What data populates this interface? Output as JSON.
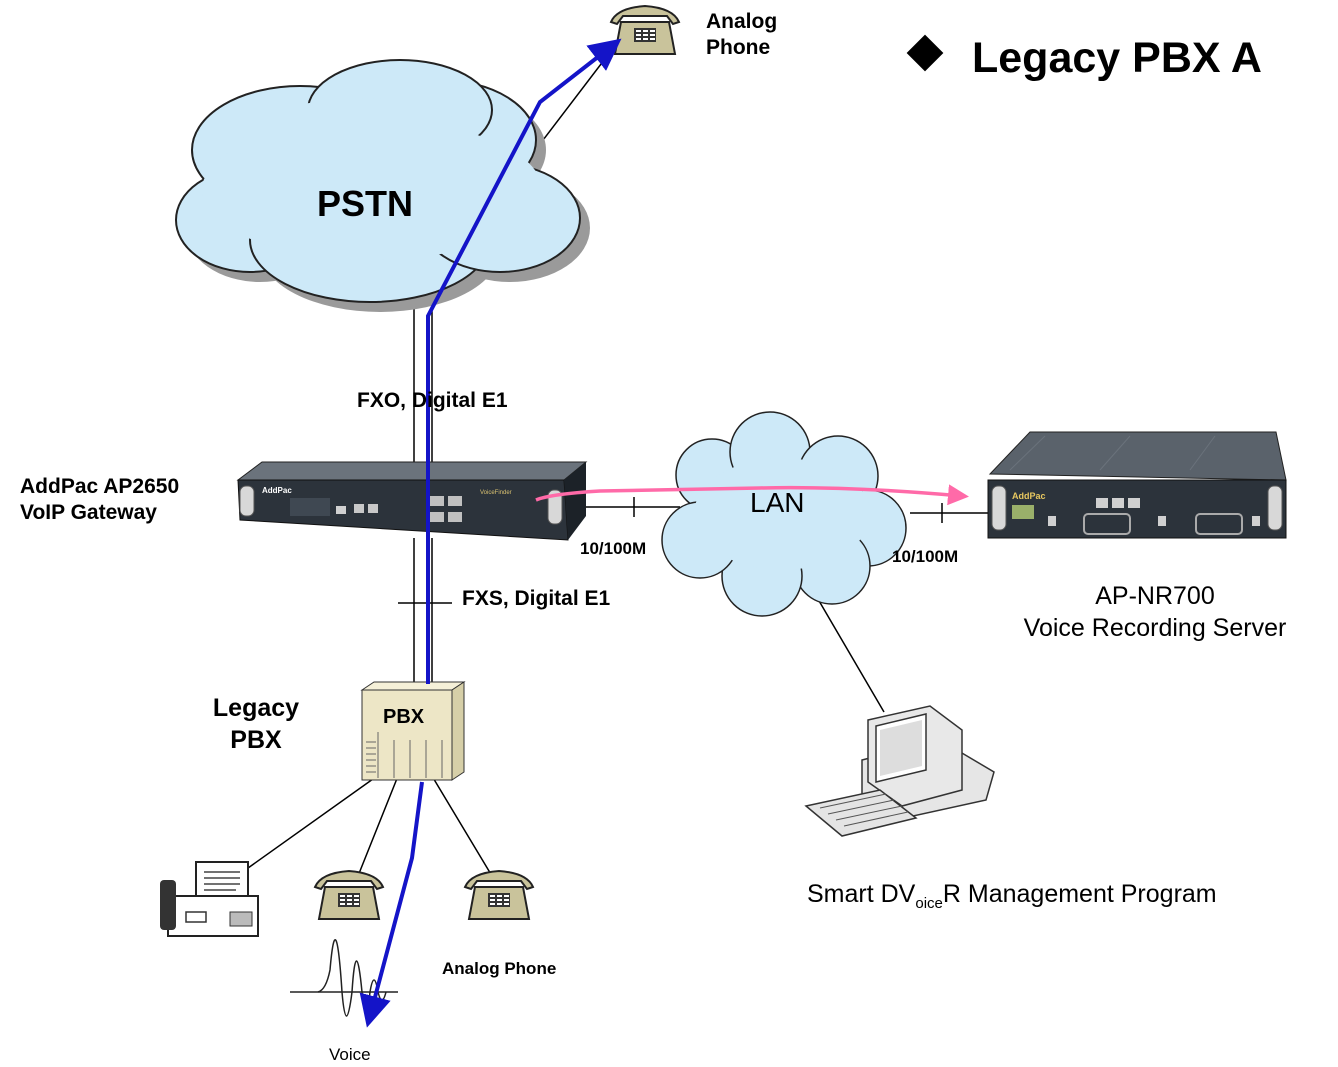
{
  "title": "Legacy PBX  A",
  "labels": {
    "top_phone_line1": "Analog",
    "top_phone_line2": "Phone",
    "pstn": "PSTN",
    "fxo": "FXO, Digital E1",
    "gateway_line1": "AddPac AP2650",
    "gateway_line2": "VoIP Gateway",
    "gateway_panel_brand": "AddPac",
    "gateway_panel_model": "VoiceFinder",
    "lan": "LAN",
    "speed_left": "10/100M",
    "speed_right": "10/100M",
    "fxs": "FXS, Digital E1",
    "server_line1": "AP-NR700",
    "server_line2": "Voice Recording Server",
    "server_panel_brand": "AddPac",
    "legacy_pbx_line1": "Legacy",
    "legacy_pbx_line2": "PBX",
    "pbx_box": "PBX",
    "bottom_phone": "Analog Phone",
    "voice": "Voice",
    "mgmt_prefix": "Smart DV",
    "mgmt_sub": "oice",
    "mgmt_suffix": "R Management Program"
  },
  "colors": {
    "cloud_fill": "#cde9f8",
    "cloud_shadow": "#9a9a9a",
    "call_path": "#1414c8",
    "recording_path": "#ff6aa8",
    "device_body": "#2c333b",
    "pbx_fill": "#ede6c6",
    "phone_fill": "#c9c39b"
  },
  "icons": [
    "analog-phone-icon",
    "pstn-cloud",
    "voip-gateway-icon",
    "lan-cloud",
    "recording-server-icon",
    "pbx-icon",
    "fax-icon",
    "computer-icon",
    "voice-waveform-icon"
  ]
}
